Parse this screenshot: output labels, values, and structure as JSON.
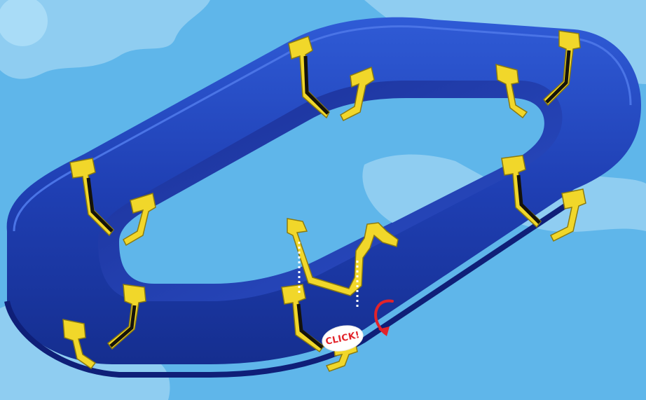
{
  "scene": {
    "click_label": "CLICK!",
    "colors": {
      "sky": "#5fb6ea",
      "cloud": "#93d1f3",
      "track_blue": "#1f3fb3",
      "track_dark": "#0f1f78",
      "connector_yellow": "#f1d72a",
      "seal_black": "#15130a",
      "arrow_red": "#e2232a"
    },
    "icons": [
      "track-loop",
      "clip-connector",
      "crank-lock",
      "rotate-arrow-icon"
    ]
  }
}
